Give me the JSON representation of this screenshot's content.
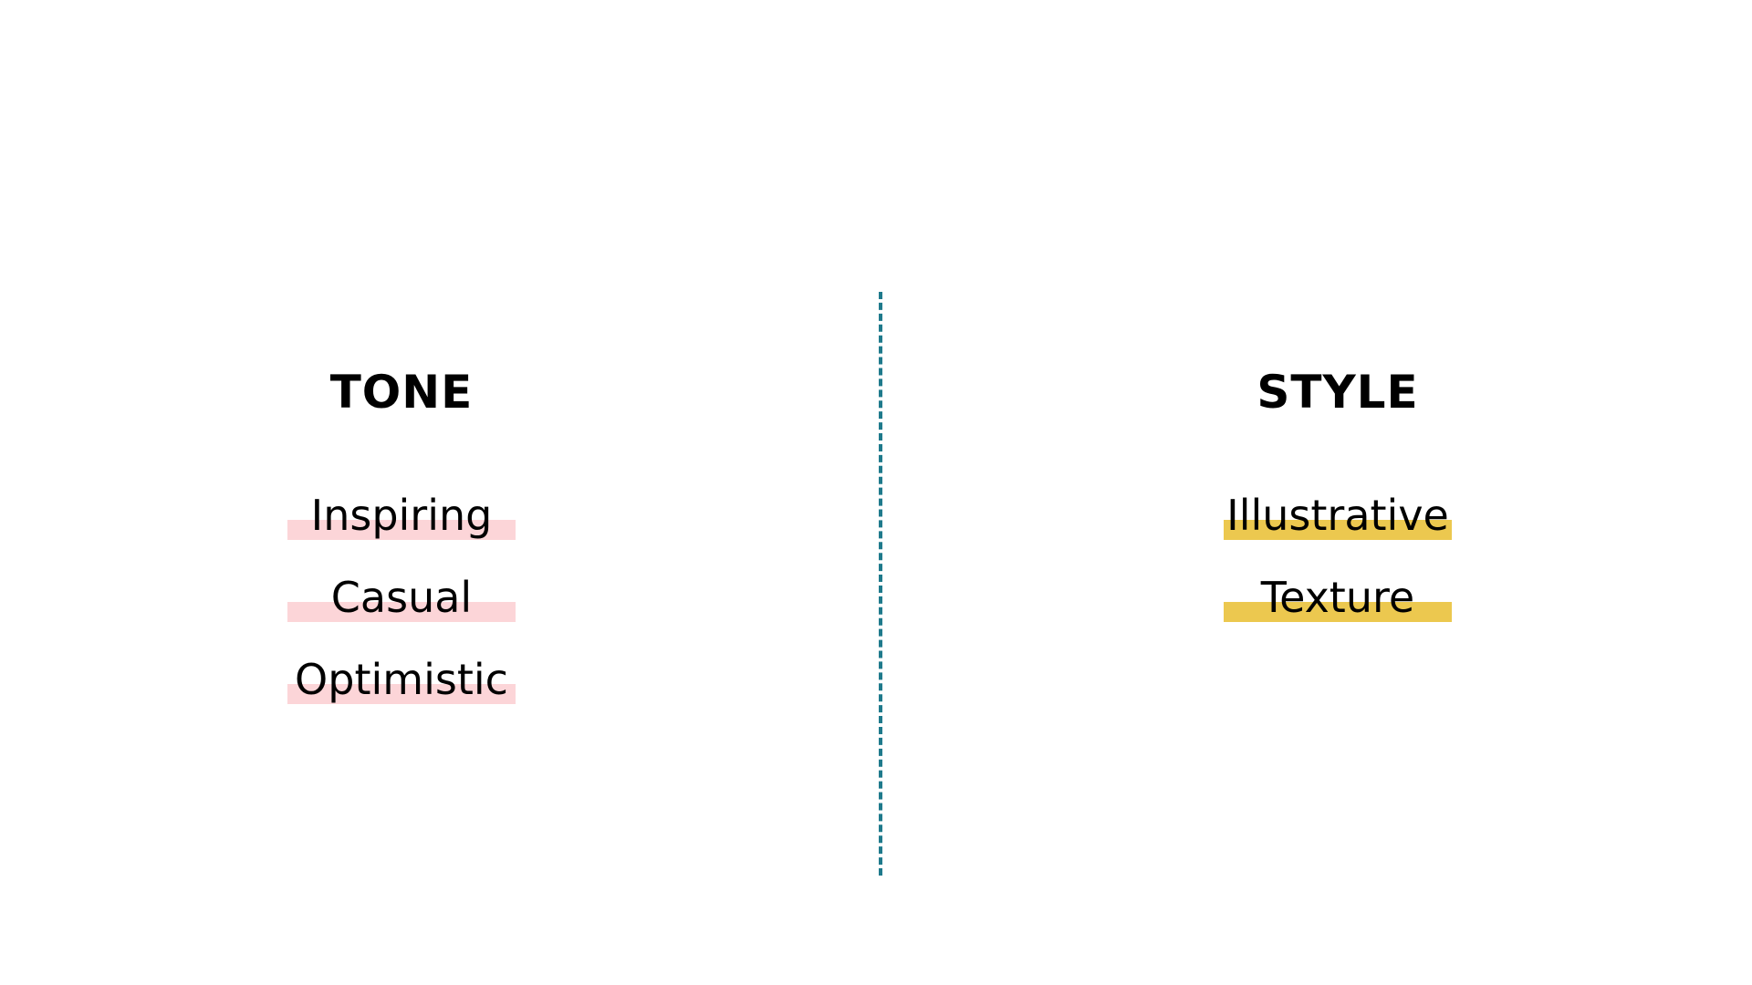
{
  "tone": {
    "title": "TONE",
    "highlight_color": "#fcd5d8",
    "items": [
      "Inspiring",
      "Casual",
      "Optimistic"
    ]
  },
  "style": {
    "title": "STYLE",
    "highlight_color": "#ecc84f",
    "items": [
      "Illustrative",
      "Texture"
    ]
  },
  "divider": {
    "color": "#1f7a8c",
    "style": "dashed"
  }
}
